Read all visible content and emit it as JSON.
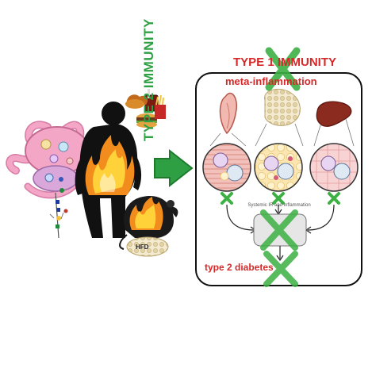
{
  "labels": {
    "type1_immunity": "TYPE 1 IMMUNITY",
    "meta_inflammation": "meta-inflammation",
    "type2_immunity": "TYPE 2 IMMUNITY",
    "systemic_inflammation": "Systemic IR and inflammation",
    "type2_diabetes": "type 2 diabetes",
    "hfd": "HFD"
  },
  "colors": {
    "red_text": "#d62828",
    "green_immunity": "#2ea043",
    "green_cross": "#3cb043",
    "silhouette": "#111111",
    "flame_outer": "#f28c1c",
    "flame_inner": "#ffd23a",
    "parasite": "#f3a6c6"
  },
  "icons": [
    "parasite-worm-icon",
    "obese-human-flames-icon",
    "mouse-flames-icon",
    "junk-food-icon",
    "hfd-chow-icon",
    "muscle-tissue-icon",
    "adipose-tissue-icon",
    "liver-icon",
    "green-cross-icon",
    "green-arrow-icon"
  ]
}
